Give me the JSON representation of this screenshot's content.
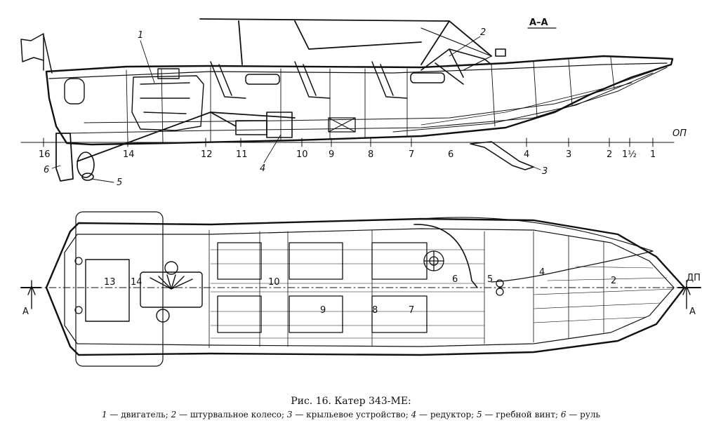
{
  "section_label": "А–А",
  "baseline_label": "ОП",
  "centerline_label": "ДП",
  "section_marks": [
    "А",
    "А"
  ],
  "side_view": {
    "stations": [
      "16",
      "14",
      "12",
      "11",
      "10",
      "9",
      "8",
      "7",
      "6",
      "4",
      "3",
      "2",
      "1½",
      "1"
    ],
    "callouts": [
      "1",
      "2",
      "3",
      "4",
      "5",
      "6"
    ]
  },
  "plan_view": {
    "labels": [
      "13",
      "14",
      "10",
      "9",
      "8",
      "7",
      "6",
      "5",
      "4",
      "2"
    ]
  },
  "caption": {
    "title": "Рис. 16. Катер 343-МЕ:",
    "legend": [
      {
        "num": "1",
        "text": "двигатель"
      },
      {
        "num": "2",
        "text": "штурвальное колесо"
      },
      {
        "num": "3",
        "text": "крыльевое устройство"
      },
      {
        "num": "4",
        "text": "редуктор"
      },
      {
        "num": "5",
        "text": "гребной винт"
      },
      {
        "num": "6",
        "text": "руль"
      }
    ]
  }
}
